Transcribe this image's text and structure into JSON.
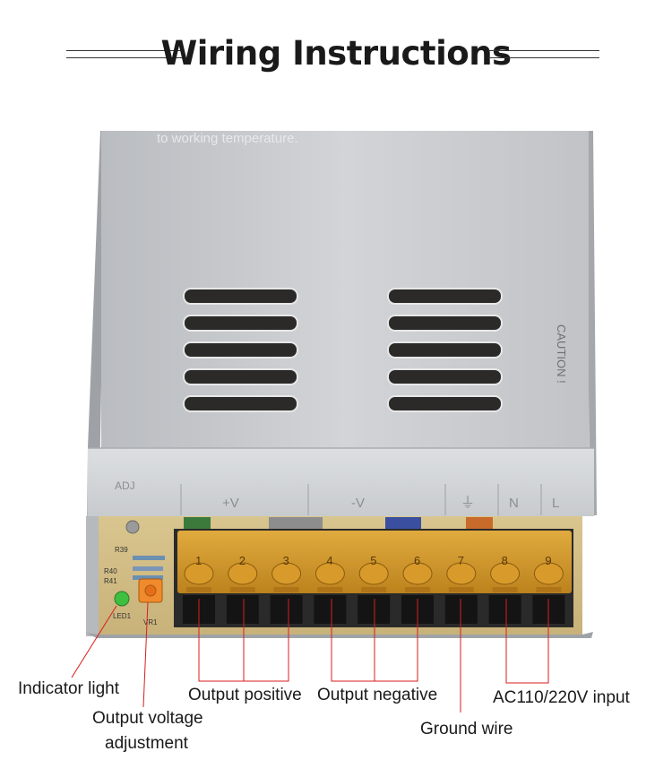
{
  "title": "Wiring Instructions",
  "case_text": "to working temperature.",
  "side_caution": "CAUTION !",
  "terminal_marks": [
    "+V",
    "-V",
    "⏚",
    "N",
    "L"
  ],
  "adj_mark": "ADJ",
  "terminal_numbers": [
    "1",
    "2",
    "3",
    "4",
    "5",
    "6",
    "7",
    "8",
    "9"
  ],
  "pcb_labels": {
    "r39": "R39",
    "r40": "R40",
    "r41": "R41",
    "led": "LED1",
    "vr": "VR1"
  },
  "callouts": {
    "indicator": "Indicator light",
    "voltage_adj_line1": "Output voltage",
    "voltage_adj_line2": "adjustment",
    "output_pos": "Output positive",
    "output_neg": "Output negative",
    "ground": "Ground wire",
    "ac_input": "AC110/220V input"
  },
  "colors": {
    "line": "#d81e1e",
    "terminal": "#e0a020",
    "case": "#c8cacd"
  }
}
